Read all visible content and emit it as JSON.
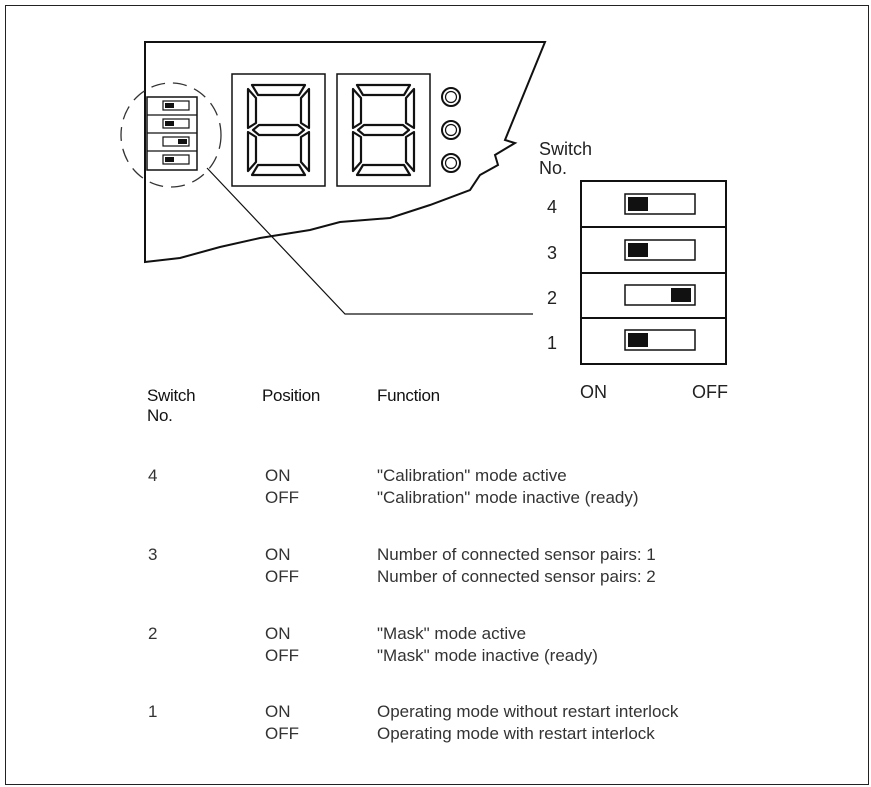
{
  "diagram": {
    "switch_block_label": "Switch\nNo.",
    "switch_numbers": [
      "4",
      "3",
      "2",
      "1"
    ],
    "switch_positions": [
      "ON",
      "ON",
      "OFF",
      "ON"
    ],
    "on_label": "ON",
    "off_label": "OFF"
  },
  "table": {
    "headers": {
      "switch_no": "Switch\nNo.",
      "position": "Position",
      "function": "Function"
    },
    "rows": [
      {
        "switch": "4",
        "on": "ON",
        "off": "OFF",
        "on_function": "\"Calibration\" mode active",
        "off_function": "\"Calibration\" mode inactive (ready)"
      },
      {
        "switch": "3",
        "on": "ON",
        "off": "OFF",
        "on_function": "Number of connected sensor pairs: 1",
        "off_function": "Number of connected sensor pairs: 2"
      },
      {
        "switch": "2",
        "on": "ON",
        "off": "OFF",
        "on_function": "\"Mask\" mode active",
        "off_function": "\"Mask\" mode inactive (ready)"
      },
      {
        "switch": "1",
        "on": "ON",
        "off": "OFF",
        "on_function": "Operating mode without restart interlock",
        "off_function": "Operating mode with restart interlock"
      }
    ]
  }
}
